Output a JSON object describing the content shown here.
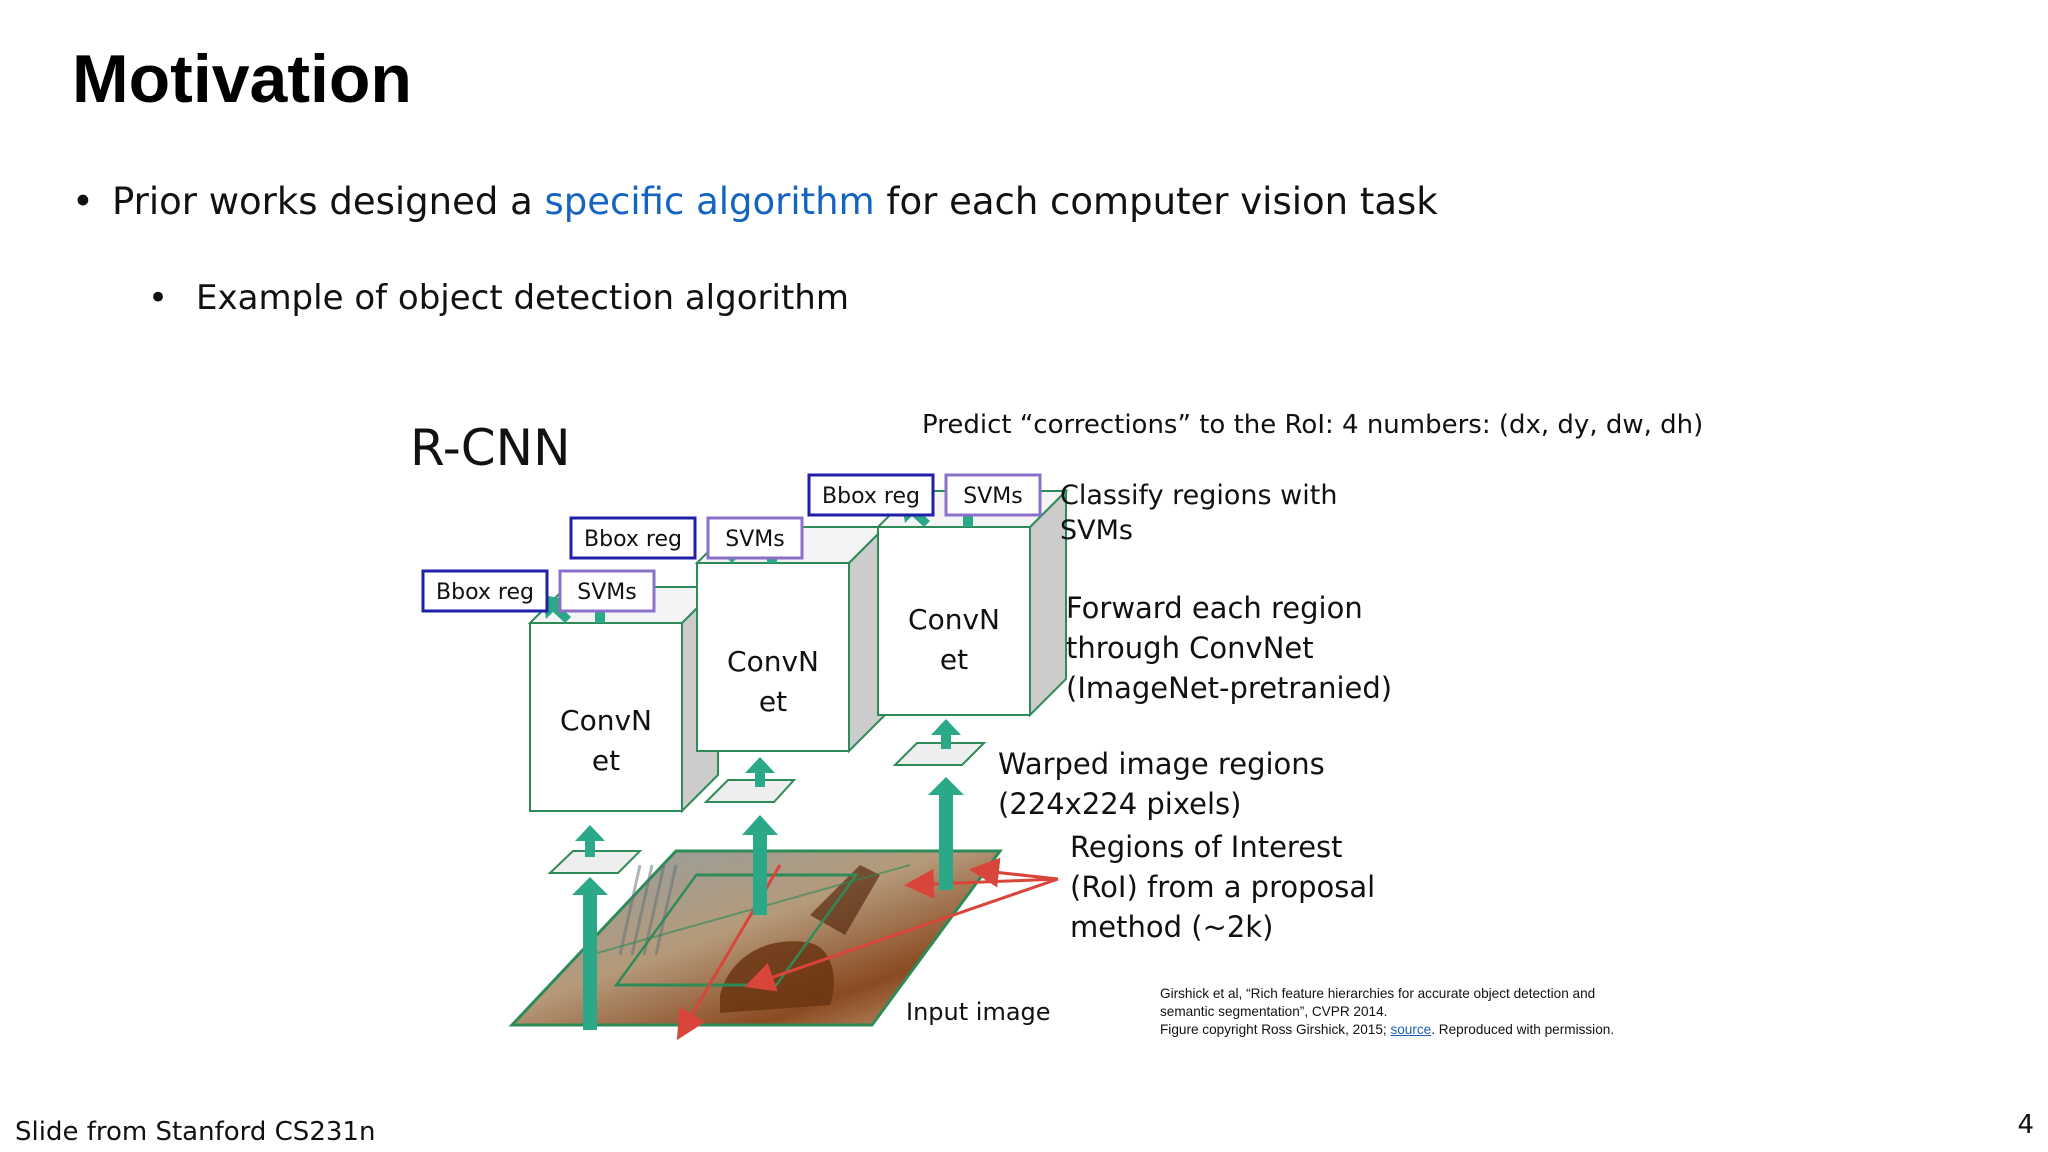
{
  "slide": {
    "title": "Motivation",
    "bullet_1": {
      "before": "Prior works designed a ",
      "highlight": "specific algorithm",
      "after": " for each computer vision task"
    },
    "bullet_2": "Example of object detection algorithm",
    "footer": "Slide from Stanford CS231n",
    "page_number": "4"
  },
  "colors": {
    "highlight": "#1565c0",
    "arrow_green": "#2aa888",
    "box_border": "#2e8b57",
    "bbox_border": "#1f1fa8",
    "svm_border": "#8a70c8",
    "red_arrow": "#d9453a"
  },
  "figure": {
    "heading": "R-CNN",
    "top_note": "Predict “corrections” to the RoI: 4 numbers: (dx, dy, dw, dh)",
    "box_labels": {
      "bbox": [
        "Bbox reg",
        "Bbox reg",
        "Bbox reg"
      ],
      "svm": [
        "SVMs",
        "SVMs",
        "SVMs"
      ],
      "convnet": [
        [
          "ConvN",
          "et"
        ],
        [
          "ConvN",
          "et"
        ],
        [
          "ConvN",
          "et"
        ]
      ]
    },
    "annotations": {
      "classify": [
        "Classify regions with",
        "SVMs"
      ],
      "forward": [
        "Forward each region",
        "through ConvNet",
        "(ImageNet-pretranied)"
      ],
      "warped": [
        "Warped image regions",
        "(224x224 pixels)"
      ],
      "roi": [
        "Regions of Interest",
        "(RoI) from a proposal",
        "method (~2k)"
      ],
      "input": "Input image"
    },
    "citation": {
      "line1": "Girshick et al, “Rich feature hierarchies for accurate object detection and",
      "line2": "semantic segmentation”, CVPR 2014.",
      "line3_before": "Figure copyright Ross Girshick, 2015; ",
      "link": "source",
      "line3_after": ". Reproduced with permission."
    }
  }
}
